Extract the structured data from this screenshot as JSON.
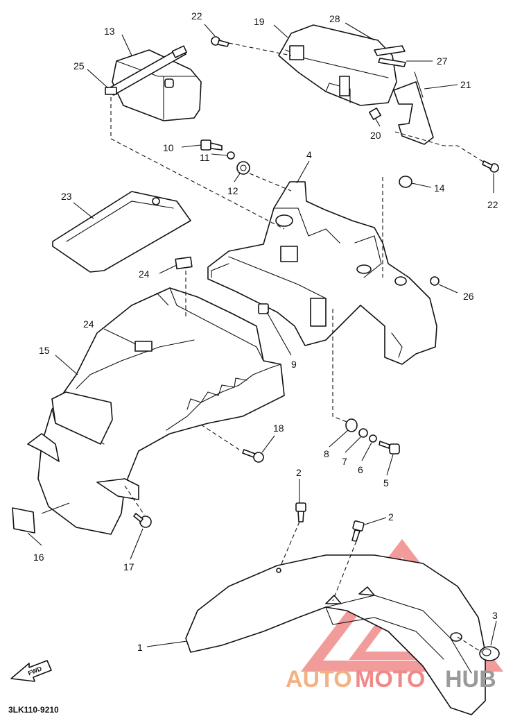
{
  "diagram": {
    "code": "3LK110-9210",
    "fwd_label": "FWD",
    "callouts": [
      {
        "id": "c1",
        "label": "1"
      },
      {
        "id": "c2a",
        "label": "2"
      },
      {
        "id": "c2b",
        "label": "2"
      },
      {
        "id": "c3",
        "label": "3"
      },
      {
        "id": "c4",
        "label": "4"
      },
      {
        "id": "c5",
        "label": "5"
      },
      {
        "id": "c6",
        "label": "6"
      },
      {
        "id": "c7",
        "label": "7"
      },
      {
        "id": "c8",
        "label": "8"
      },
      {
        "id": "c9",
        "label": "9"
      },
      {
        "id": "c10",
        "label": "10"
      },
      {
        "id": "c11",
        "label": "11"
      },
      {
        "id": "c12",
        "label": "12"
      },
      {
        "id": "c13",
        "label": "13"
      },
      {
        "id": "c14",
        "label": "14"
      },
      {
        "id": "c15",
        "label": "15"
      },
      {
        "id": "c16",
        "label": "16"
      },
      {
        "id": "c17",
        "label": "17"
      },
      {
        "id": "c18",
        "label": "18"
      },
      {
        "id": "c19",
        "label": "19"
      },
      {
        "id": "c20",
        "label": "20"
      },
      {
        "id": "c21",
        "label": "21"
      },
      {
        "id": "c22a",
        "label": "22"
      },
      {
        "id": "c22b",
        "label": "22"
      },
      {
        "id": "c23",
        "label": "23"
      },
      {
        "id": "c24a",
        "label": "24"
      },
      {
        "id": "c24b",
        "label": "24"
      },
      {
        "id": "c25",
        "label": "25"
      },
      {
        "id": "c26",
        "label": "26"
      },
      {
        "id": "c27",
        "label": "27"
      },
      {
        "id": "c28",
        "label": "28"
      }
    ]
  },
  "watermark": {
    "part1": "AUTO",
    "part2": "MOTO",
    "part3": "HUB",
    "color_red": "#f08a8a",
    "color_orange": "#f4b183",
    "color_gray": "#9a9a9a"
  }
}
